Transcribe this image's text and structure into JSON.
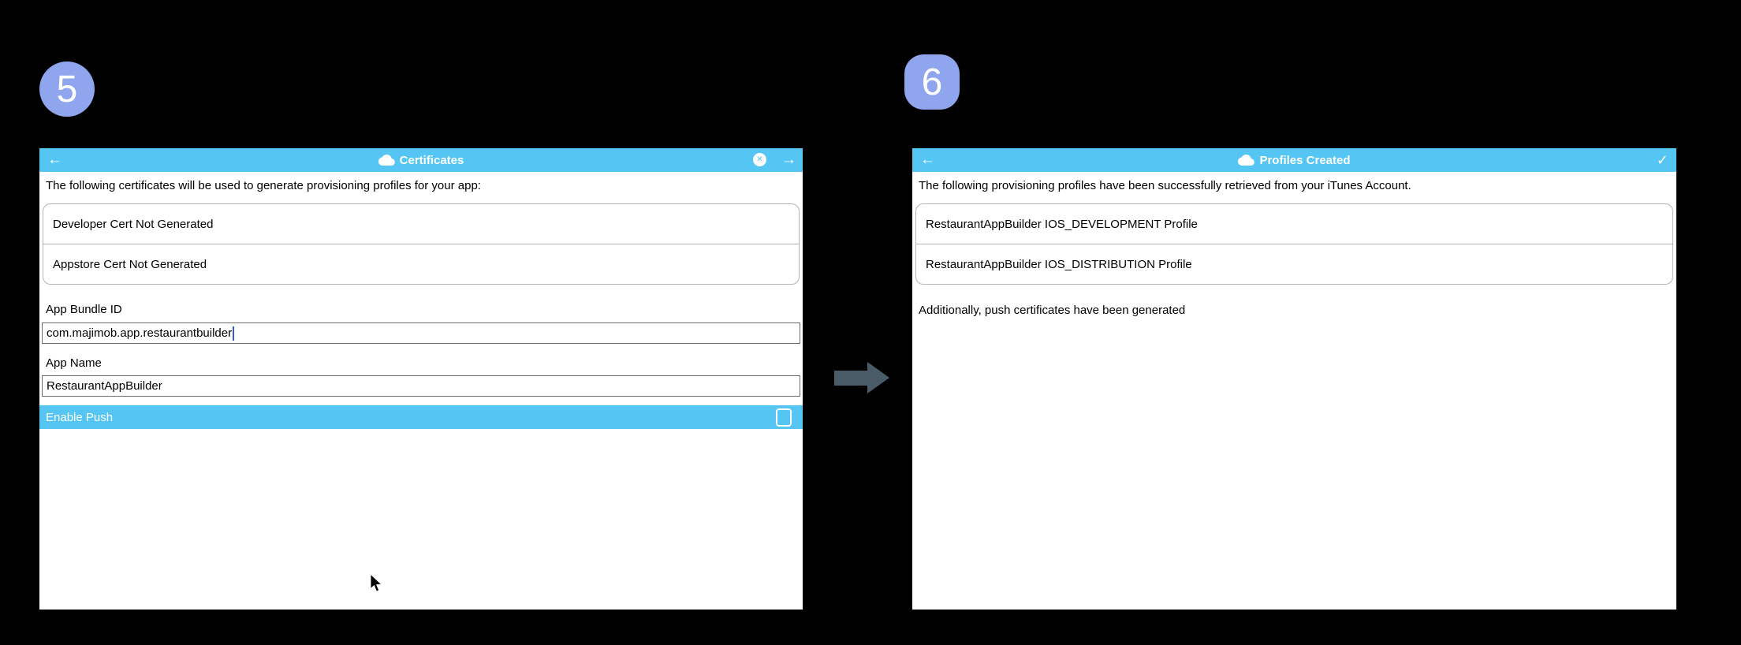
{
  "colors": {
    "header_blue": "#55c6f3",
    "badge_blue": "#8fa5ee",
    "arrow_gray": "#4b5c69",
    "caret_blue": "#3358d8",
    "background": "#000000"
  },
  "icons": {
    "back": "←",
    "forward": "→",
    "close": "✕",
    "check": "✓",
    "cloud": "cloud-icon",
    "pointer": "mouse-arrow-pointer"
  },
  "step5": {
    "badge": "5",
    "window": {
      "title": "Certificates",
      "intro": "The following certificates will be used to generate provisioning profiles for your app:",
      "certs": [
        {
          "label": "Developer Cert Not Generated"
        },
        {
          "label": "Appstore Cert Not Generated"
        }
      ],
      "fields": {
        "bundle_id": {
          "label": "App Bundle ID",
          "value": "com.majimob.app.restaurantbuilder"
        },
        "app_name": {
          "label": "App Name",
          "value": "RestaurantAppBuilder"
        }
      },
      "enable_push": {
        "label": "Enable Push",
        "checked": false
      }
    }
  },
  "step6": {
    "badge": "6",
    "window": {
      "title": "Profiles Created",
      "intro": "The following provisioning profiles have been successfully retrieved from your iTunes Account.",
      "profiles": [
        {
          "label": "RestaurantAppBuilder IOS_DEVELOPMENT Profile"
        },
        {
          "label": "RestaurantAppBuilder IOS_DISTRIBUTION Profile"
        }
      ],
      "note": "Additionally, push certificates have been generated"
    }
  }
}
